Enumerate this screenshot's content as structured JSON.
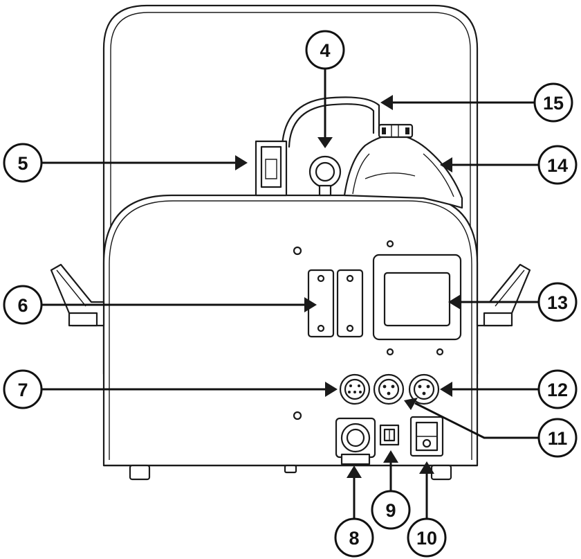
{
  "diagram": {
    "callouts": [
      "4",
      "5",
      "6",
      "7",
      "8",
      "9",
      "10",
      "11",
      "12",
      "13",
      "14",
      "15"
    ]
  },
  "colors": {
    "line": "#1a1a1a",
    "background": "#ffffff"
  }
}
